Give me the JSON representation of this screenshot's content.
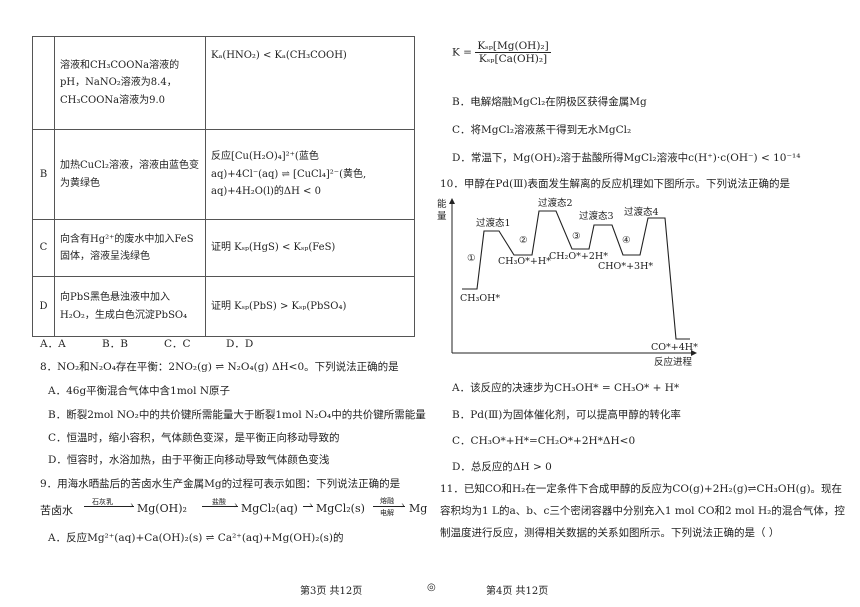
{
  "q7": {
    "rows": [
      {
        "label": "",
        "op": [
          "溶液和CH₃COONa溶液的",
          "pH，NaNO₂溶液为8.4，",
          "CH₃COONa溶液为9.0"
        ],
        "conclusion": [
          "Kₐ(HNO₂) < Kₐ(CH₃COOH)"
        ]
      },
      {
        "label": "B",
        "op": [
          "加热CuCl₂溶液，溶液由蓝色变",
          "为黄绿色"
        ],
        "conclusion": [
          "反应[Cu(H₂O)₄]²⁺(蓝色",
          "aq)+4Cl⁻(aq) ⇌ [CuCl₄]²⁻(黄色,",
          "aq)+4H₂O(l)的ΔH < 0"
        ]
      },
      {
        "label": "C",
        "op": [
          "向含有Hg²⁺的废水中加入FeS",
          "固体，溶液呈浅绿色"
        ],
        "conclusion": [
          "证明 Kₛₚ(HgS) < Kₛₚ(FeS)"
        ]
      },
      {
        "label": "D",
        "op": [
          "向PbS黑色悬浊液中加入",
          "H₂O₂，生成白色沉淀PbSO₄"
        ],
        "conclusion": [
          "证明 Kₛₚ(PbS) > Kₛₚ(PbSO₄)"
        ]
      }
    ],
    "choices": [
      "A．A",
      "B．B",
      "C．C",
      "D．D"
    ]
  },
  "q8": {
    "stem": "8．NO₂和N₂O₄存在平衡：2NO₂(g) ⇌ N₂O₄(g)  ΔH<0。下列说法正确的是",
    "options": [
      "A．46g平衡混合气体中含1mol N原子",
      "B．断裂2mol  NO₂中的共价键所需能量大于断裂1mol  N₂O₄中的共价键所需能量",
      "C．恒温时，缩小容积，气体颜色变深，是平衡正向移动导致的",
      "D．恒容时，水浴加热，由于平衡正向移动导致气体颜色变浅"
    ]
  },
  "q9": {
    "stem": "9．用海水晒盐后的苦卤水生产金属Mg的过程可表示如图：下列说法正确的是",
    "process": [
      "苦卤水",
      "石灰乳",
      "Mg(OH)₂",
      "盐酸",
      "MgCl₂(aq)",
      "MgCl₂(s)",
      "熔融",
      "电解",
      "Mg"
    ],
    "optionA": "A．反应Mg²⁺(aq)+Ca(OH)₂(s) ⇌ Ca²⁺(aq)+Mg(OH)₂(s)的",
    "k_label": "K =",
    "k_num": "Kₛₚ[Mg(OH)₂]",
    "k_den": "Kₛₚ[Ca(OH)₂]",
    "options": [
      "B．电解熔融MgCl₂在阴极区获得金属Mg",
      "C．将MgCl₂溶液蒸干得到无水MgCl₂",
      "D．常温下，Mg(OH)₂溶于盐酸所得MgCl₂溶液中c(H⁺)·c(OH⁻) < 10⁻¹⁴"
    ]
  },
  "q10": {
    "stem": "10．甲醇在Pd(Ⅲ)表面发生解离的反应机理如下图所示。下列说法正确的是",
    "diagram": {
      "y_label": [
        "能",
        "量"
      ],
      "x_label": "反应进程",
      "ts": [
        "过渡态1",
        "过渡态2",
        "过渡态3",
        "过渡态4"
      ],
      "steps": [
        "①",
        "②",
        "③",
        "④"
      ],
      "species": [
        "CH₃OH*",
        "CH₃O*+H*",
        "CH₂O*+2H*",
        "CHO*+3H*",
        "CO*+4H*"
      ]
    },
    "options": [
      "A．该反应的决速步为CH₃OH* = CH₃O* + H*",
      "B．Pd(Ⅲ)为固体催化剂，可以提高甲醇的转化率",
      "C．CH₃O*+H*=CH₂O*+2H*ΔH<0",
      "D．总反应的ΔH > 0"
    ]
  },
  "q11": {
    "lines": [
      "11．已知CO和H₂在一定条件下合成甲醇的反应为CO(g)+2H₂(g)⇌CH₃OH(g)。现在",
      "容积均为1 L的a、b、c三个密闭容器中分别充入1 mol CO和2 mol H₂的混合气体，控",
      "制温度进行反应，测得相关数据的关系如图所示。下列说法正确的是（  ）"
    ]
  },
  "footer": {
    "left": "第3页  共12页",
    "mid": "◎",
    "right": "第4页  共12页"
  }
}
